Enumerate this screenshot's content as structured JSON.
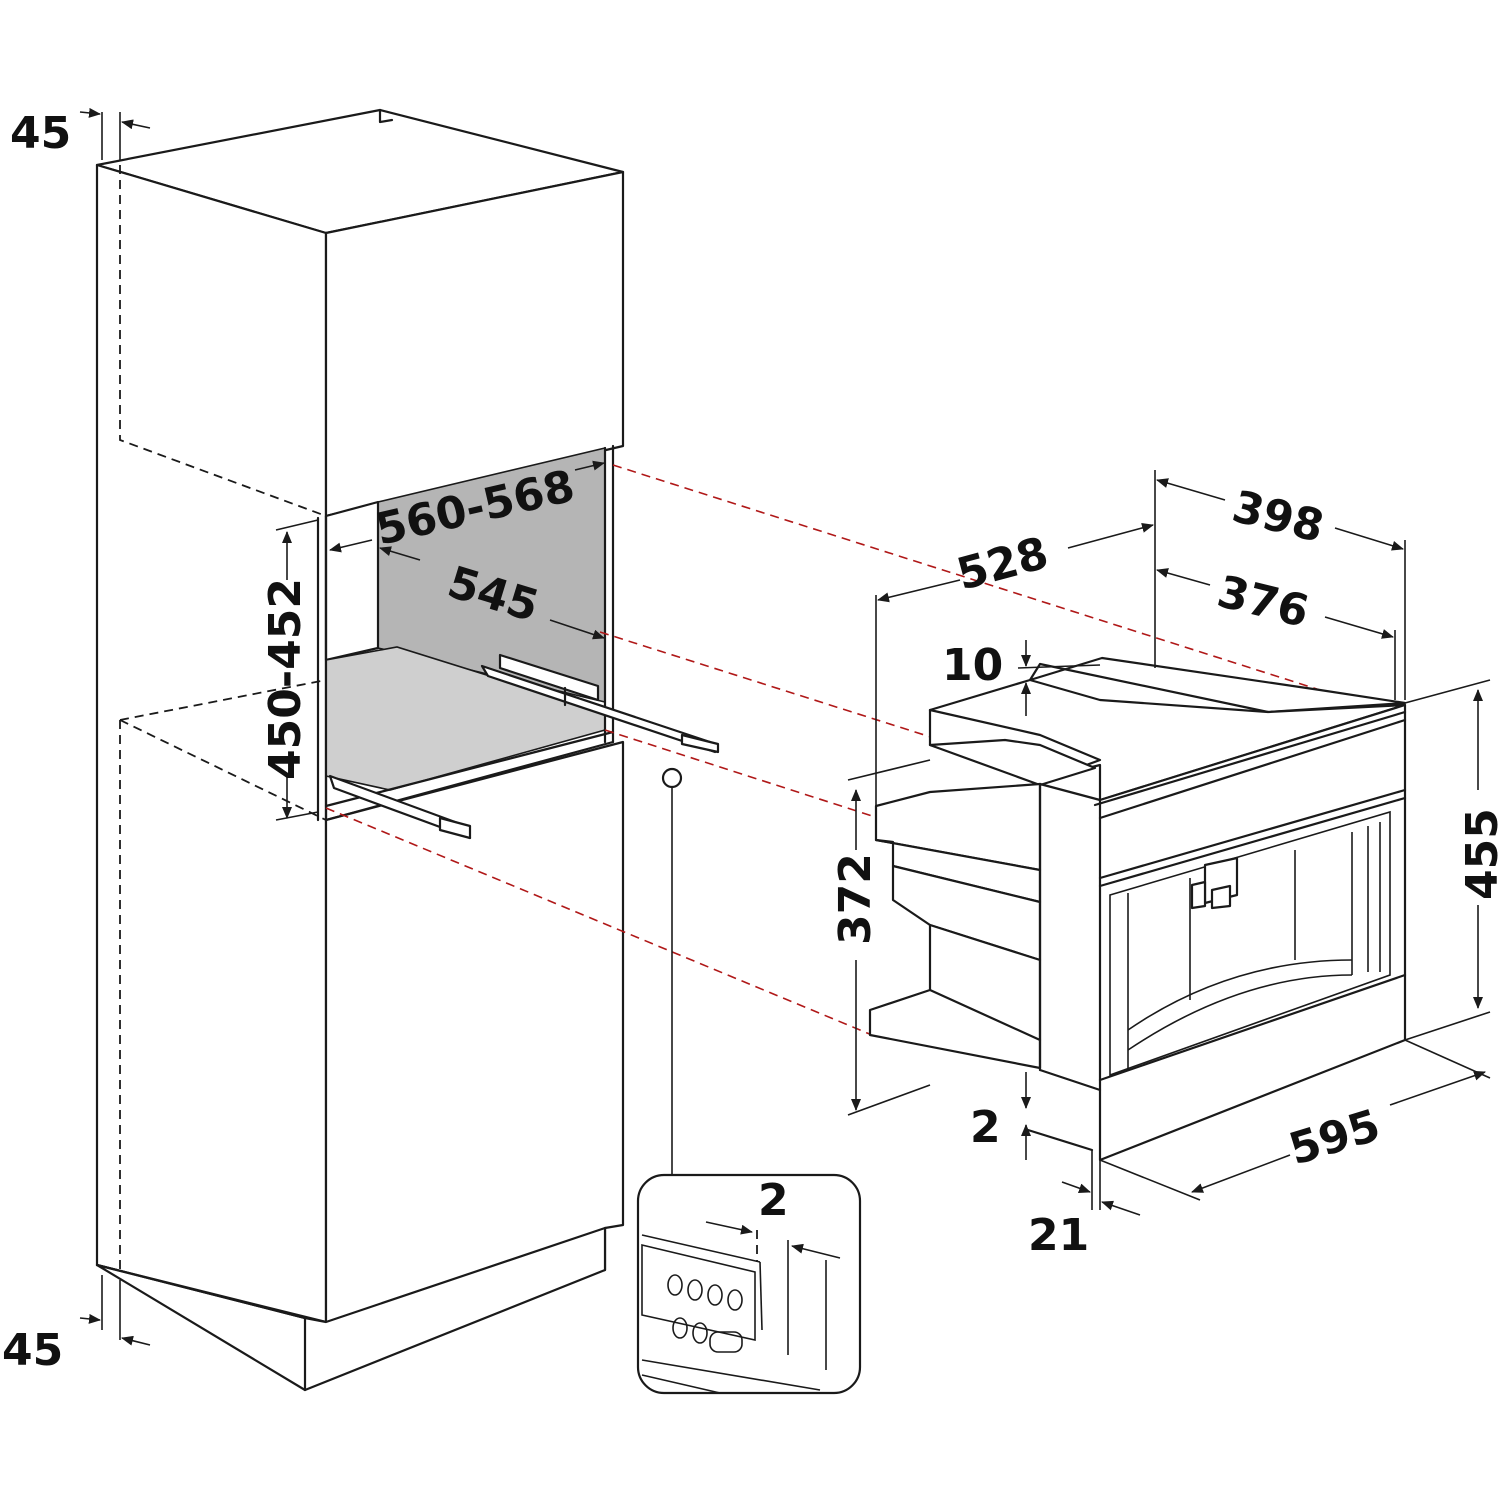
{
  "dimensions": {
    "cabinet_side_top": "45",
    "cabinet_side_bottom": "45",
    "niche_width": "560-568",
    "niche_depth": "545",
    "niche_height": "450-452",
    "appliance_depth": "528",
    "appliance_top_width": "398",
    "appliance_inner_width": "376",
    "appliance_top_step": "10",
    "appliance_body_height": "372",
    "appliance_height": "455",
    "appliance_width": "595",
    "appliance_gap": "2",
    "appliance_front_thickness": "21",
    "detail_gap": "2"
  },
  "colors": {
    "line": "#1a1a1a",
    "niche_back": "#b5b5b5",
    "niche_floor": "#cfcfcf",
    "alignment_lines": "#b01818"
  }
}
